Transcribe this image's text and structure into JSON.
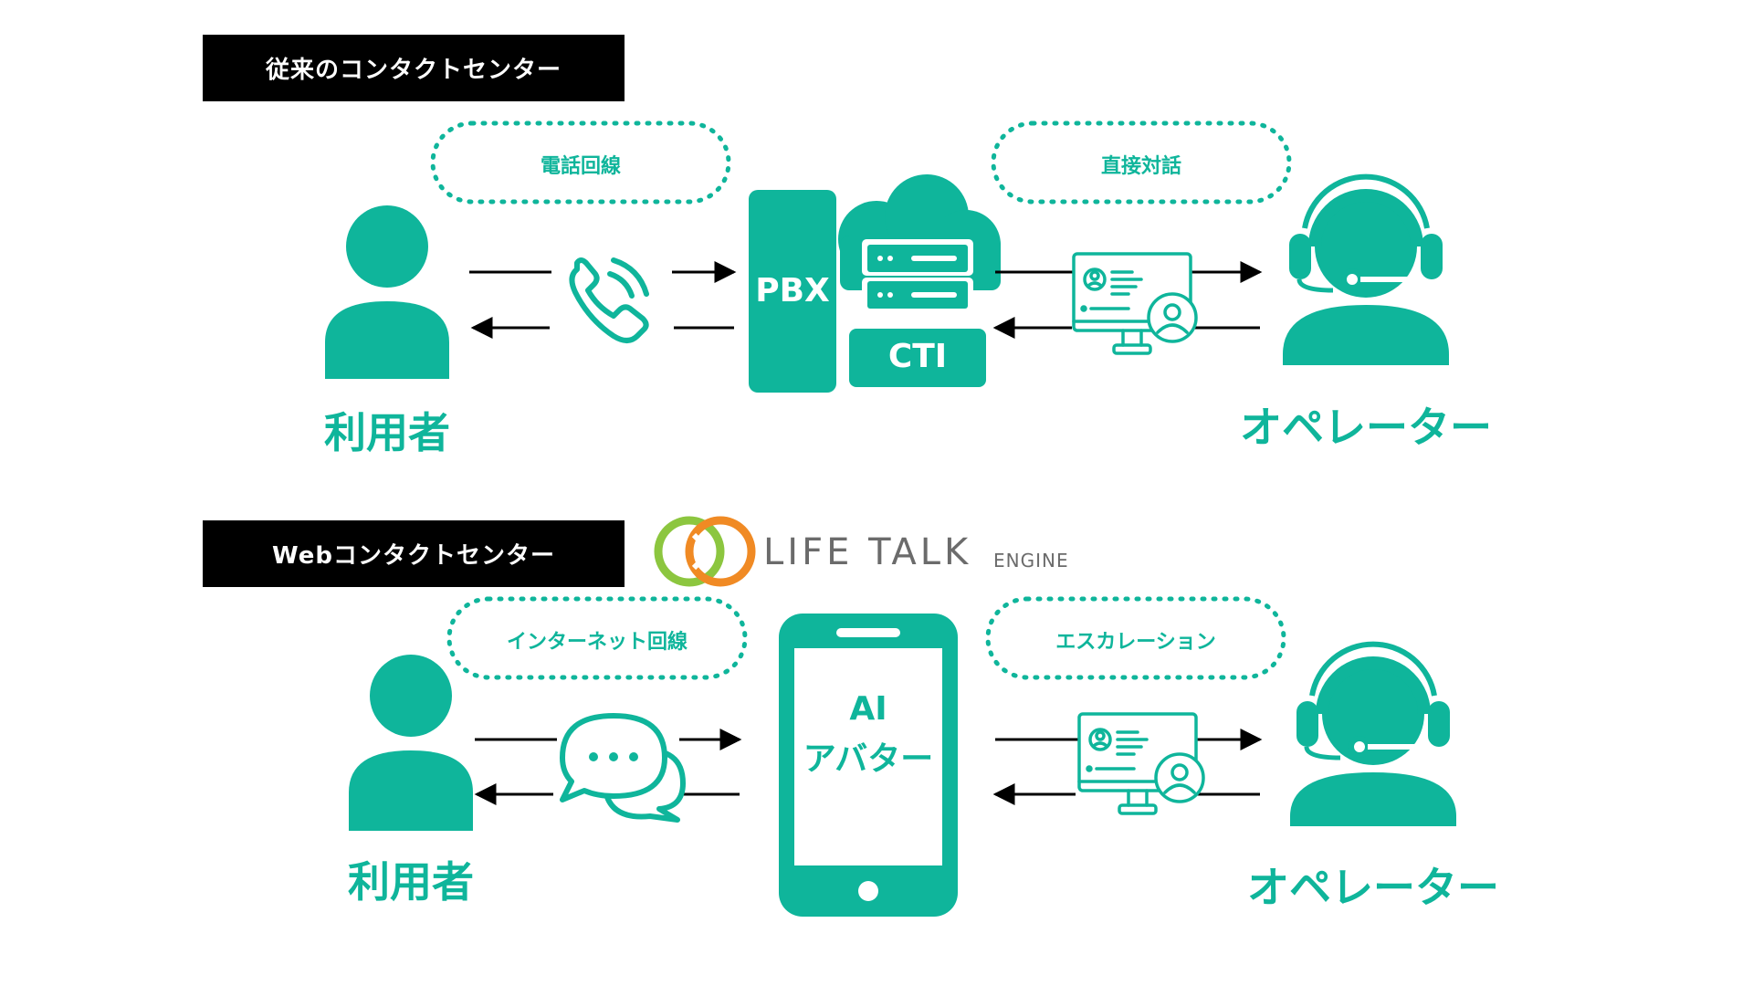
{
  "sections": {
    "traditional": {
      "title": "従来のコンタクトセンター",
      "pill_left": "電話回線",
      "pill_right": "直接対話",
      "pbx_label": "PBX",
      "cti_label": "CTI",
      "user_label": "利用者",
      "operator_label": "オペレーター"
    },
    "web": {
      "title": "Webコンタクトセンター",
      "pill_left": "インターネット回線",
      "pill_right": "エスカレーション",
      "device_label_line1": "AI",
      "device_label_line2": "アバター",
      "user_label": "利用者",
      "operator_label": "オペレーター"
    }
  },
  "logo": {
    "name": "LIFE TALK",
    "suffix": "ENGINE"
  },
  "colors": {
    "accent": "#0fb59b",
    "label_bg": "#000000",
    "logo_gray": "#6b6b6b",
    "logo_orange": "#f08a24",
    "logo_green": "#8cc63f"
  },
  "icons": [
    "person-icon",
    "phone-icon",
    "server-icon",
    "monitor-icon",
    "headset-operator-icon",
    "chat-bubbles-icon",
    "smartphone-icon",
    "life-talk-logo-icon"
  ]
}
